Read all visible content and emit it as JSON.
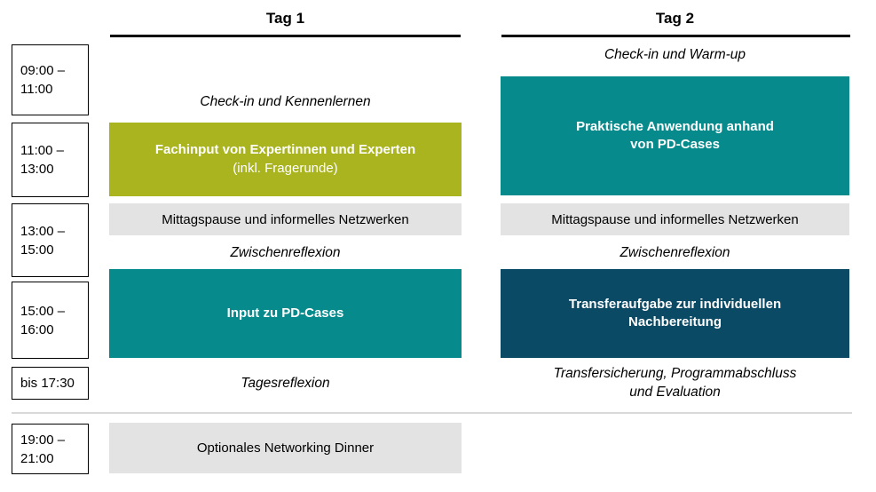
{
  "palette": {
    "olive": "#A9B41E",
    "teal": "#068A8C",
    "dark_blue": "#0B4A64",
    "light_gray_row": "#E3E3E3",
    "divider_gray": "#D9D9D9",
    "header_underline": "#000000",
    "block_text": "#FFFFFF",
    "body_text": "#000000"
  },
  "time_column": {
    "slots": [
      {
        "label": "09:00 –\n11:00"
      },
      {
        "label": "11:00 –\n13:00"
      },
      {
        "label": "13:00 –\n15:00"
      },
      {
        "label": "15:00 –\n16:00"
      },
      {
        "label": "bis 17:30"
      },
      {
        "label": "19:00 –\n21:00"
      }
    ]
  },
  "day1": {
    "title": "Tag 1",
    "checkin": "Check-in und Kennenlernen",
    "fachinput_title": "Fachinput von Expertinnen und Experten",
    "fachinput_subtitle": "(inkl. Fragerunde)",
    "lunch": "Mittagspause und informelles Netzwerken",
    "zwischenreflexion": "Zwischenreflexion",
    "input_pd": "Input zu PD-Cases",
    "tagesreflexion": "Tagesreflexion",
    "dinner": "Optionales Networking Dinner"
  },
  "day2": {
    "title": "Tag 2",
    "checkin": "Check-in und Warm-up",
    "praktische_anwendung": "Praktische Anwendung anhand\nvon PD-Cases",
    "lunch": "Mittagspause und informelles Netzwerken",
    "zwischenreflexion": "Zwischenreflexion",
    "transferaufgabe": "Transferaufgabe zur individuellen\nNachbereitung",
    "abschluss": "Transfersicherung, Programmabschluss\nund Evaluation"
  }
}
